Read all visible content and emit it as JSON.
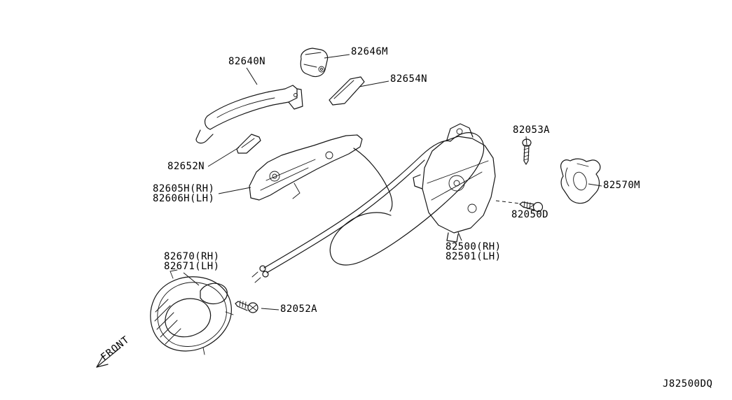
{
  "diagram": {
    "code": "J82500DQ",
    "front": "FRONT"
  },
  "labels": {
    "outer_handle": "82640N",
    "handle_cap": "82646M",
    "gasket_rear": "82654N",
    "gasket_front": "82652N",
    "handle_base_rh": "82605H(RH)",
    "handle_base_lh": "82606H(LH)",
    "screw_a": "82053A",
    "striker_cover": "82570M",
    "screw_d": "82050D",
    "lock_rh": "82500(RH)",
    "lock_lh": "82501(LH)",
    "inner_handle_rh": "82670(RH)",
    "inner_handle_lh": "82671(LH)",
    "screw_b": "82052A"
  }
}
